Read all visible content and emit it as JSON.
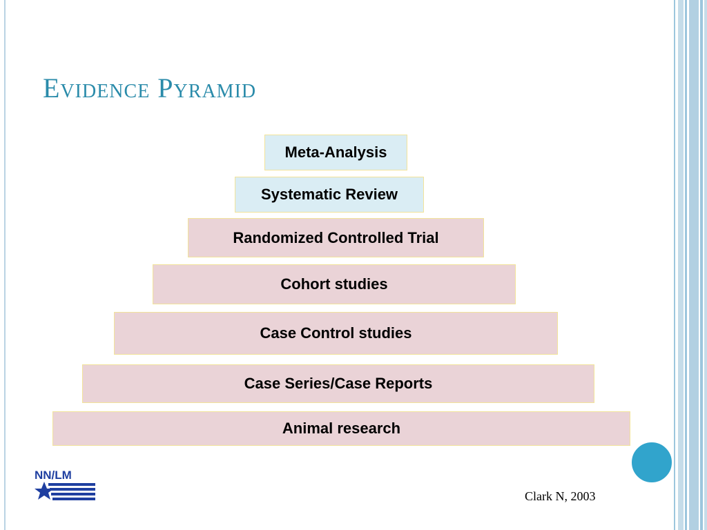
{
  "slide": {
    "title": "Evidence Pyramid",
    "citation": "Clark N, 2003",
    "logo_text": "NN/LM"
  },
  "pyramid": {
    "levels": [
      {
        "label": "Meta-Analysis",
        "tone": "blue"
      },
      {
        "label": "Systematic Review",
        "tone": "blue"
      },
      {
        "label": "Randomized Controlled Trial",
        "tone": "pink"
      },
      {
        "label": "Cohort studies",
        "tone": "pink"
      },
      {
        "label": "Case Control studies",
        "tone": "pink"
      },
      {
        "label": "Case Series/Case Reports",
        "tone": "pink"
      },
      {
        "label": "Animal research",
        "tone": "pink"
      }
    ]
  },
  "colors": {
    "title": "#2a8baa",
    "blue_box": "#daedf4",
    "pink_box": "#ead3d7",
    "box_border": "#f2e39a",
    "accent_circle": "#31a4cc",
    "logo_blue": "#1f3fa0"
  }
}
